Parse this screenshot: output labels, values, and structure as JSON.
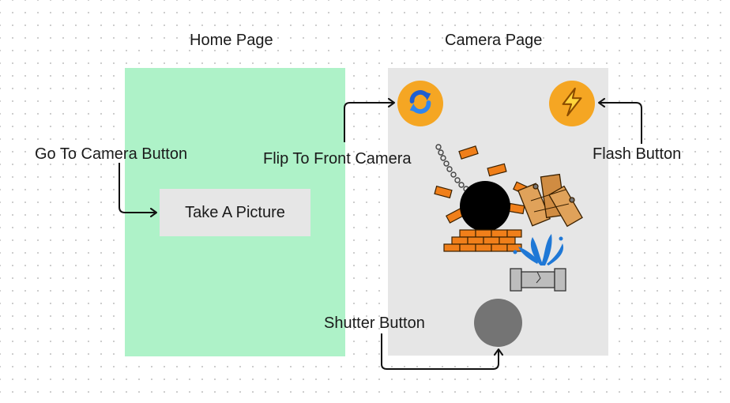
{
  "titles": {
    "home": "Home Page",
    "camera": "Camera Page"
  },
  "home": {
    "take_picture_label": "Take A Picture"
  },
  "annotations": {
    "go_to_camera": "Go To Camera Button",
    "flip_camera": "Flip To Front Camera",
    "flash": "Flash Button",
    "shutter": "Shutter Button"
  },
  "icons": {
    "flip": "flip-camera-icon",
    "flash": "lightning-icon",
    "scene": "demolition-illustration"
  },
  "colors": {
    "home_panel": "#aef2c8",
    "camera_panel": "#e6e6e6",
    "button_bg": "#e6e6e6",
    "icon_bg": "#f5a623",
    "shutter": "#747474",
    "brick": "#f07f1a",
    "water": "#1f78d6"
  }
}
